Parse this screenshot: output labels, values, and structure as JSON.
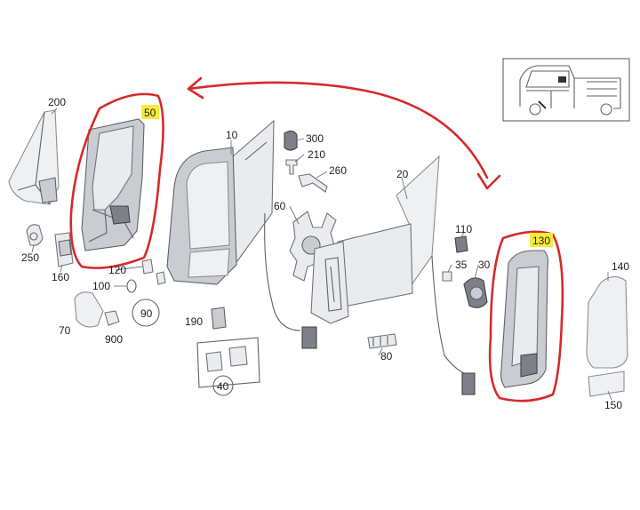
{
  "labels": {
    "p200": "200",
    "p50": "50",
    "p10": "10",
    "p300": "300",
    "p210": "210",
    "p260": "260",
    "p60": "60",
    "p20": "20",
    "p250": "250",
    "p160": "160",
    "p120": "120",
    "p100": "100",
    "p90": "90",
    "p70": "70",
    "p900": "900",
    "p190": "190",
    "p40": "40",
    "p80": "80",
    "p110": "110",
    "p35": "35",
    "p30": "30",
    "p130": "130",
    "p140": "140",
    "p150": "150"
  },
  "highlighted_labels": [
    "50",
    "130"
  ],
  "colors": {
    "annotation_red": "#d62a2a",
    "label_highlight": "#f6ea3a"
  },
  "icons": [
    "van-overview-icon",
    "double-headed-arrow-icon"
  ]
}
